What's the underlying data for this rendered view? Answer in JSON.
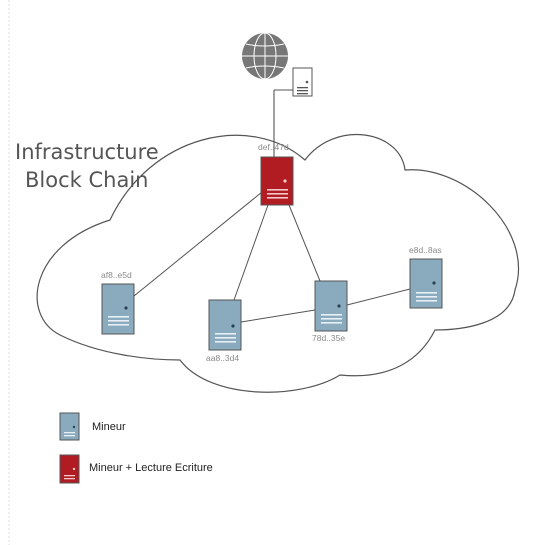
{
  "title": {
    "line1": "Infrastructure",
    "line2": "Block Chain"
  },
  "nodes": {
    "main": "def..47d",
    "n1": "af8..e5d",
    "n2": "aa8..3d4",
    "n3": "78d..35e",
    "n4": "e8d..8as"
  },
  "legend": {
    "miner": "Mineur",
    "miner_rw": "Mineur + Lecture Ecriture"
  },
  "colors": {
    "miner": "#8aabbe",
    "miner_rw": "#b01c22",
    "outline": "#555555"
  },
  "icons": {
    "internet": "globe-icon",
    "server": "server-icon"
  }
}
